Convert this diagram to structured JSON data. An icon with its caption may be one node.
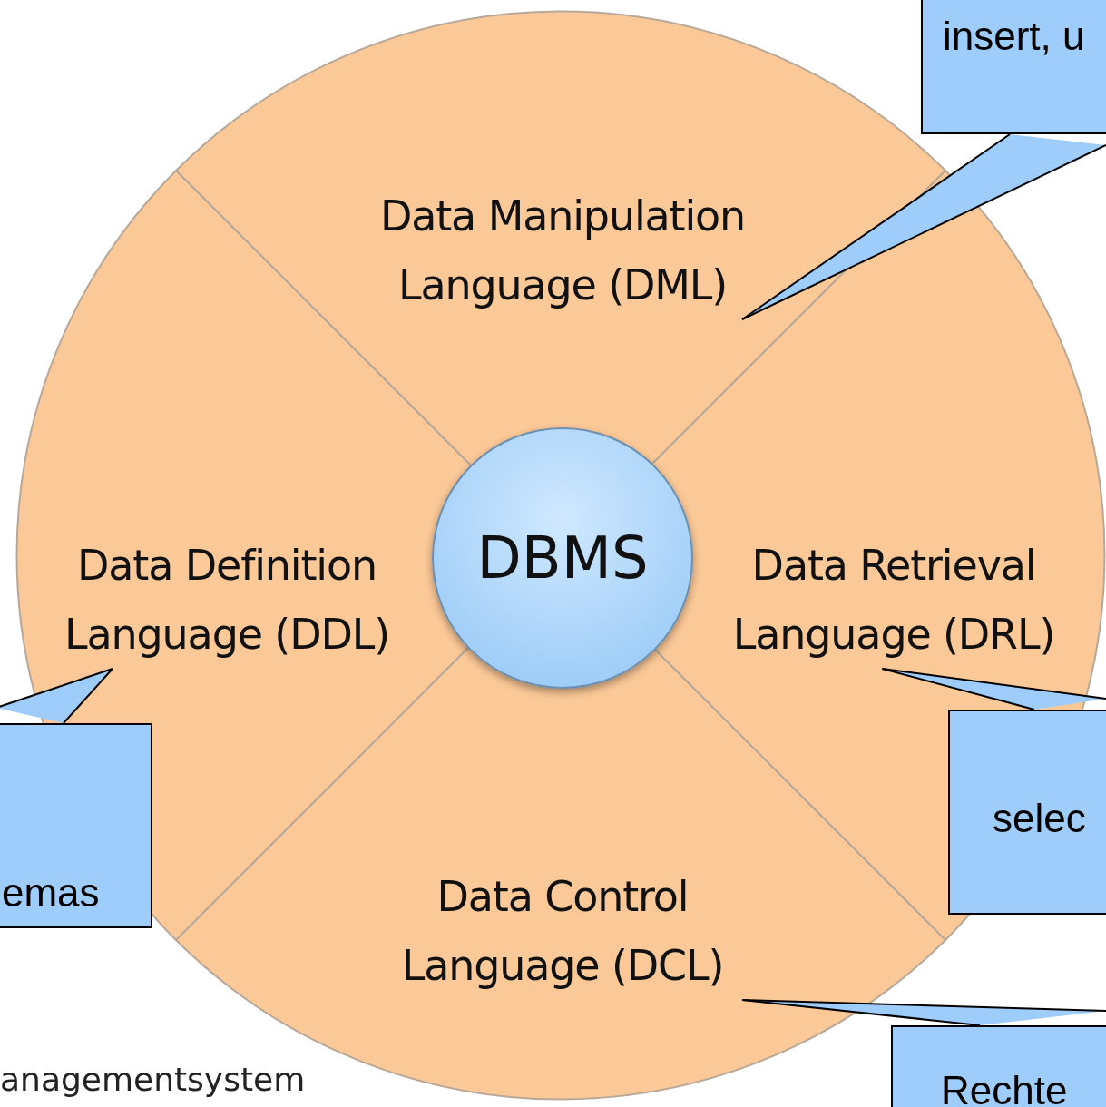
{
  "diagram": {
    "nodes": [
      {
        "text": [
          "Data Manipulation Language (DML)"
        ]
      },
      {
        "text": [
          "Data Definition Language (DDL)"
        ]
      },
      {
        "text": [
          "Data Retrieval Language (DRL)"
        ]
      },
      {
        "text": [
          "Data Control Language (DCL)"
        ]
      },
      {
        "text": [
          "DBMS"
        ]
      },
      {
        "text": [
          "insert, u"
        ]
      },
      {
        "text": [
          "emas"
        ]
      },
      {
        "text": [
          "selec"
        ]
      },
      {
        "text": [
          "Rechte"
        ]
      }
    ],
    "edges": [
      {
        "from": 5,
        "to": 0,
        "arrow": "none"
      },
      {
        "from": 6,
        "to": 1,
        "arrow": "none"
      },
      {
        "from": 7,
        "to": 2,
        "arrow": "none"
      },
      {
        "from": 8,
        "to": 3,
        "arrow": "none"
      }
    ],
    "labels": [
      "anagementsystem"
    ]
  }
}
